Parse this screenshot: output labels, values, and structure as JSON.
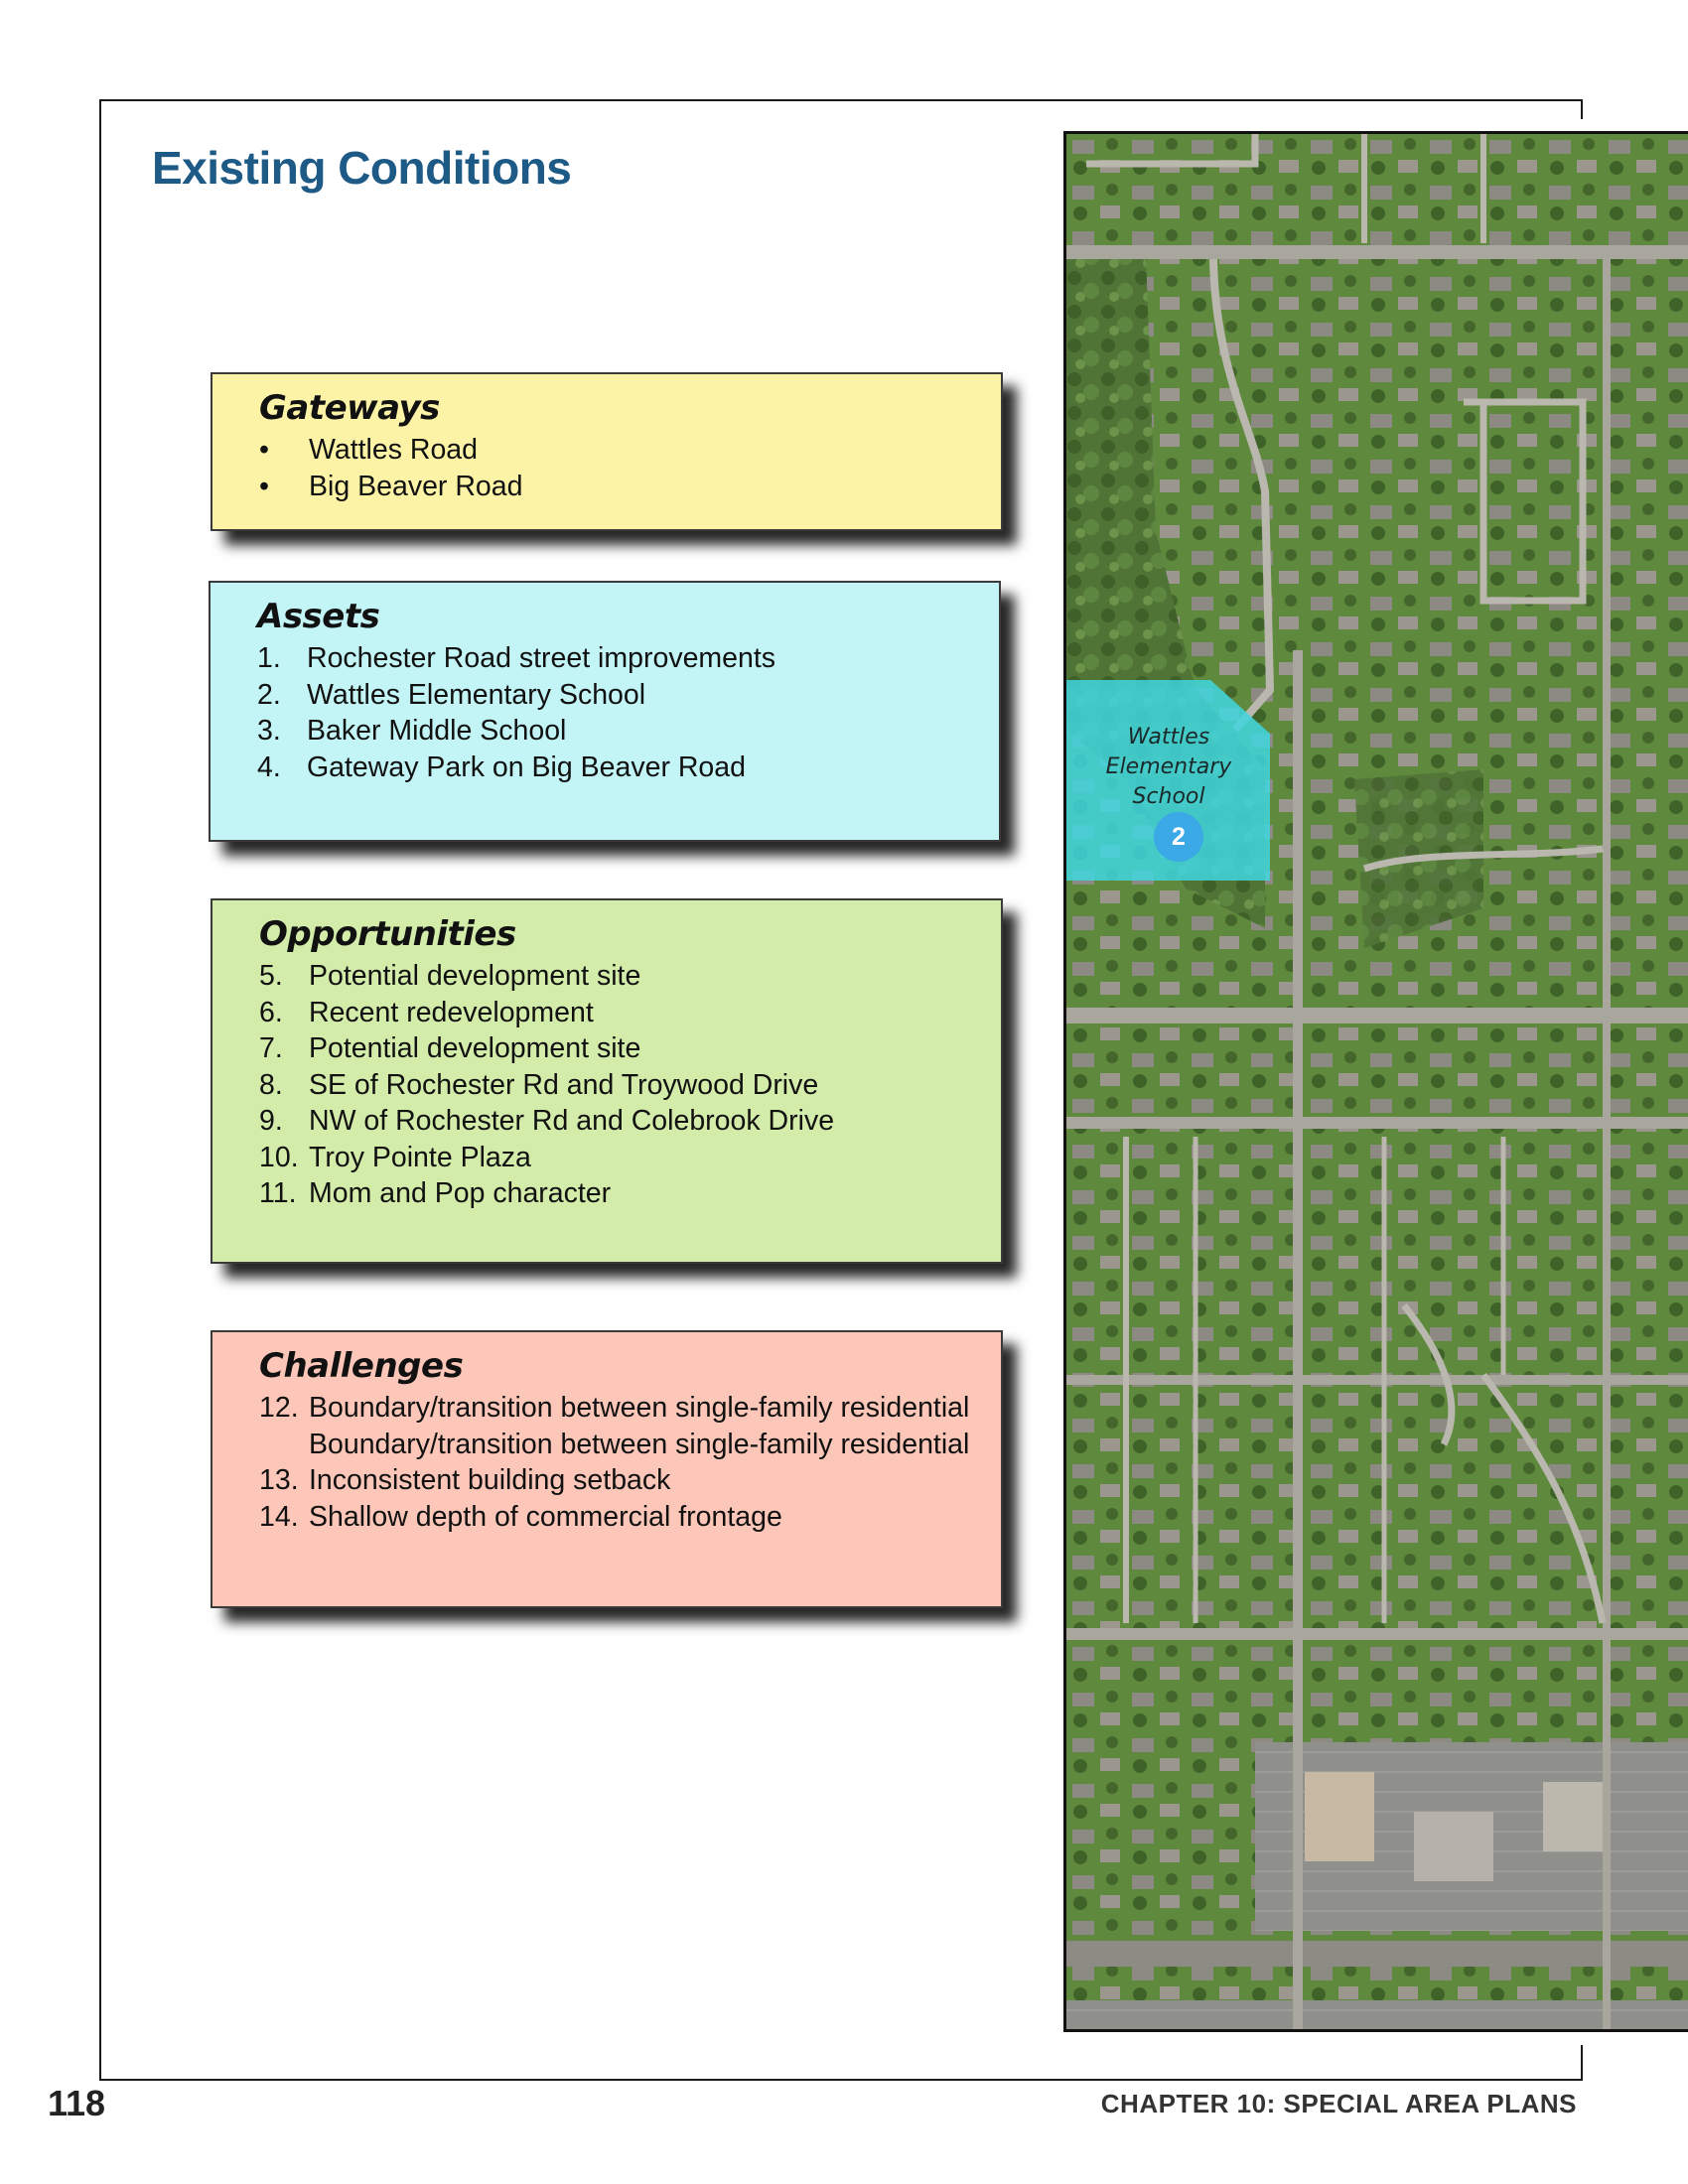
{
  "title": "Existing Conditions",
  "gateways": {
    "heading": "Gateways",
    "items": [
      "Wattles Road",
      "Big Beaver Road"
    ]
  },
  "assets": {
    "heading": "Assets",
    "items": [
      {
        "num": "1.",
        "text": "Rochester Road street improvements"
      },
      {
        "num": "2.",
        "text": "Wattles Elementary School"
      },
      {
        "num": "3.",
        "text": "Baker Middle School"
      },
      {
        "num": "4.",
        "text": "Gateway Park on Big Beaver Road"
      }
    ]
  },
  "opportunities": {
    "heading": "Opportunities",
    "items": [
      {
        "num": "5.",
        "text": "Potential development site"
      },
      {
        "num": "6.",
        "text": "Recent redevelopment"
      },
      {
        "num": "7.",
        "text": "Potential development site"
      },
      {
        "num": "8.",
        "text": "SE of Rochester Rd and Troywood Drive"
      },
      {
        "num": "9.",
        "text": "NW of Rochester Rd and Colebrook Drive"
      },
      {
        "num": "10.",
        "text": "Troy Pointe Plaza"
      },
      {
        "num": "11.",
        "text": "Mom and Pop character"
      }
    ]
  },
  "challenges": {
    "heading": "Challenges",
    "items": [
      {
        "num": "12.",
        "text": "Boundary/transition between single-family residential Boundary/transition between single-family residential"
      },
      {
        "num": "13.",
        "text": "Inconsistent building setback"
      },
      {
        "num": "14.",
        "text": "Shallow depth of commercial frontage"
      }
    ]
  },
  "map": {
    "school_label_line1": "Wattles",
    "school_label_line2": "Elementary",
    "school_label_line3": "School",
    "school_badge": "2",
    "highlight_color": "#3fd6e0"
  },
  "footer": {
    "page_number": "118",
    "chapter": "CHAPTER 10: SPECIAL AREA PLANS"
  }
}
